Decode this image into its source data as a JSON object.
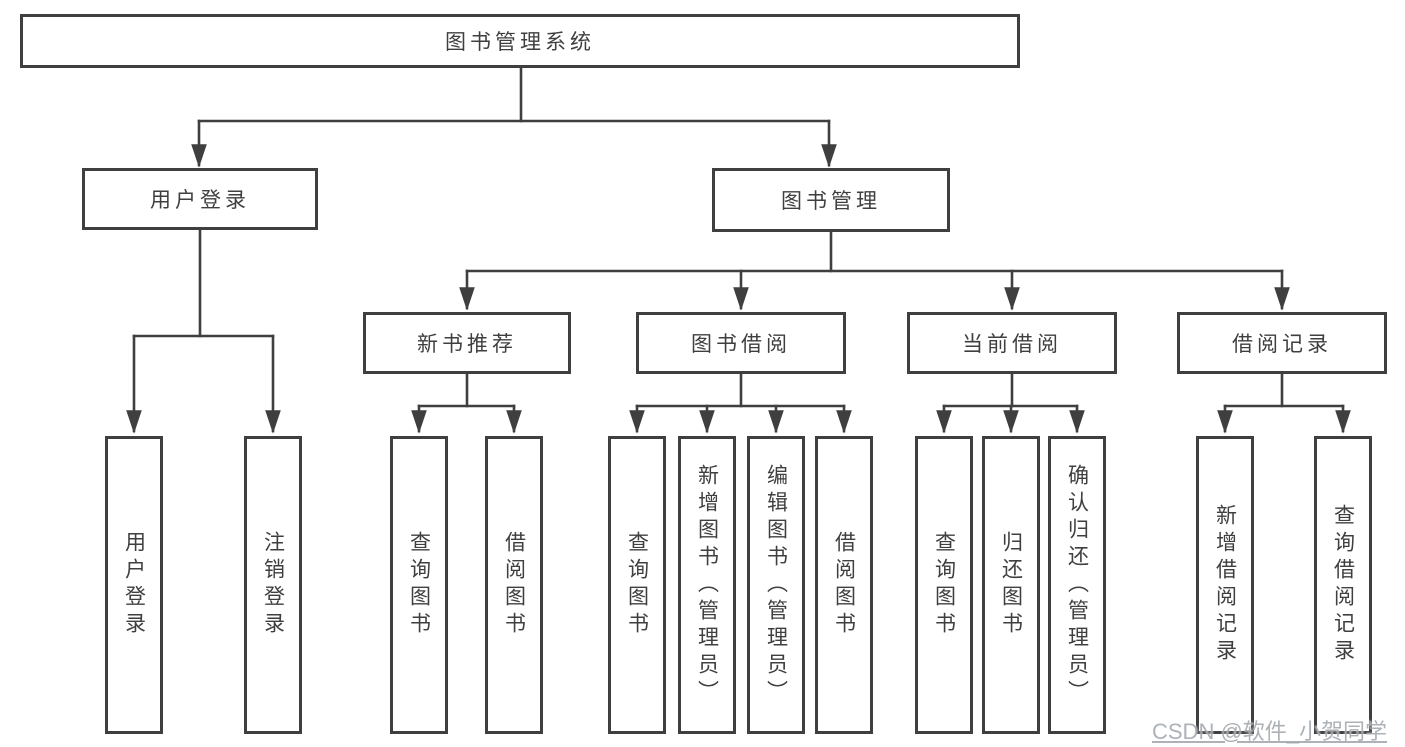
{
  "diagram": {
    "title": "图书管理系统",
    "colors": {
      "line": "#3f3f3f",
      "text": "#3f3f3f",
      "background": "#ffffff",
      "watermark": "#9ea4aa"
    },
    "nodes": {
      "root": "图书管理系统",
      "user_login": "用户登录",
      "book_mgmt": "图书管理",
      "leaf_user_login": "用户登录",
      "leaf_logout": "注销登录",
      "new_book_rec": "新书推荐",
      "book_borrow": "图书借阅",
      "current_borrow": "当前借阅",
      "borrow_record": "借阅记录",
      "rec_query_book": "查询图书",
      "rec_borrow_book": "借阅图书",
      "bb_query_book": "查询图书",
      "bb_add_book": "新增图书（管理员）",
      "bb_edit_book": "编辑图书（管理员）",
      "bb_borrow_book": "借阅图书",
      "cb_query_book": "查询图书",
      "cb_return_book": "归还图书",
      "cb_confirm_return": "确认归还（管理员）",
      "br_add_record": "新增借阅记录",
      "br_query_record": "查询借阅记录"
    },
    "edges": [
      {
        "parent": "root",
        "children": [
          "user_login",
          "book_mgmt"
        ]
      },
      {
        "parent": "user_login",
        "children": [
          "leaf_user_login",
          "leaf_logout"
        ]
      },
      {
        "parent": "book_mgmt",
        "children": [
          "new_book_rec",
          "book_borrow",
          "current_borrow",
          "borrow_record"
        ]
      },
      {
        "parent": "new_book_rec",
        "children": [
          "rec_query_book",
          "rec_borrow_book"
        ]
      },
      {
        "parent": "book_borrow",
        "children": [
          "bb_query_book",
          "bb_add_book",
          "bb_edit_book",
          "bb_borrow_book"
        ]
      },
      {
        "parent": "current_borrow",
        "children": [
          "cb_query_book",
          "cb_return_book",
          "cb_confirm_return"
        ]
      },
      {
        "parent": "borrow_record",
        "children": [
          "br_add_record",
          "br_query_record"
        ]
      }
    ]
  },
  "watermark": {
    "text": "CSDN @软件_小贺同学"
  }
}
